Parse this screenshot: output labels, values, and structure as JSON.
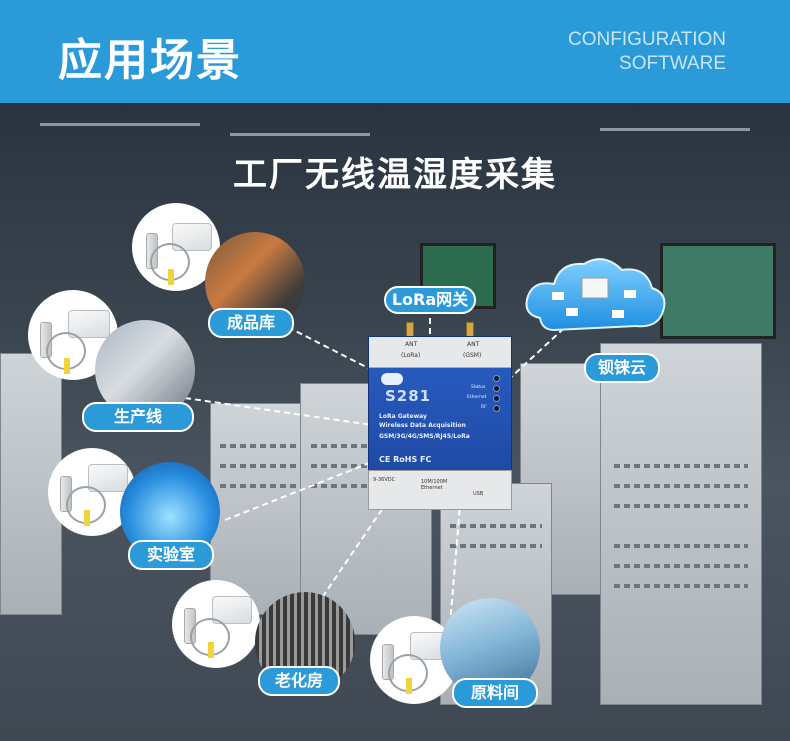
{
  "header": {
    "title": "应用场景",
    "subtitle_line1": "CONFIGURATION",
    "subtitle_line2": "SOFTWARE"
  },
  "main_title": "工厂无线温湿度采集",
  "gateway": {
    "label": "LoRa网关",
    "model": "S281",
    "ant_left": "ANT",
    "ant_left_sub": "(LoRa)",
    "ant_right": "ANT",
    "ant_right_sub": "(GSM)",
    "line1": "LoRa Gateway",
    "line2": "Wireless Data Acquisition",
    "line3": "GSM/3G/4G/SMS/RJ45/LoRa",
    "cert": "CE RoHS FC",
    "led_labels": [
      "Status",
      "Ethernet",
      "RF"
    ],
    "port_power": "9-36VDC",
    "port_eth": "10M/100M Ethernet",
    "port_usb": "USB"
  },
  "cloud": {
    "label": "钡铼云"
  },
  "scenes": [
    {
      "label": "成品库"
    },
    {
      "label": "生产线"
    },
    {
      "label": "实验室"
    },
    {
      "label": "老化房"
    },
    {
      "label": "原料间"
    }
  ],
  "colors": {
    "header_bg": "#2a9ad8",
    "pill_bg": "#2a9ad8",
    "gateway_blue": "#2a5fc6",
    "tag_yellow": "#f1d43b"
  }
}
